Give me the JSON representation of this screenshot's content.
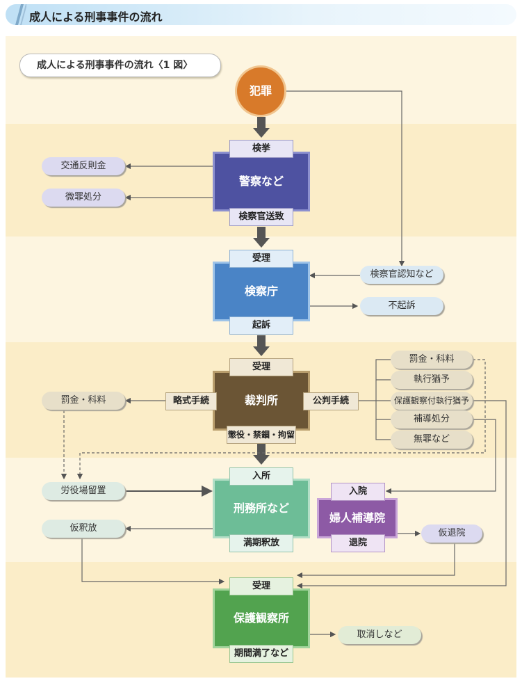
{
  "header": {
    "title": "成人による刑事事件の流れ"
  },
  "figure": {
    "title": "成人による刑事事件の流れ〈1 図〉"
  },
  "nodes": {
    "crime": "犯罪",
    "police": {
      "top": "検挙",
      "main": "警察など",
      "bottom": "検察官送致"
    },
    "prosecutors": {
      "top": "受理",
      "main": "検察庁",
      "bottom": "起訴"
    },
    "court": {
      "top": "受理",
      "main": "裁判所",
      "left": "略式手続",
      "right": "公判手続",
      "bottom": "懲役・禁錮・拘留"
    },
    "prison": {
      "top": "入所",
      "main": "刑務所など",
      "bottom": "満期釈放"
    },
    "womens": {
      "top": "入院",
      "main": "婦人補導院",
      "bottom": "退院"
    },
    "probation": {
      "top": "受理",
      "main": "保護観察所",
      "bottom": "期間満了など"
    }
  },
  "outcomes": {
    "traffic_fine": "交通反則金",
    "minor_disposal": "微罪処分",
    "prosecutor_cognizance": "検察官認知など",
    "non_prosecution": "不起訴",
    "fine_left": "罰金・科料",
    "fine_right": "罰金・科料",
    "suspended": "執行猶予",
    "probation_suspended": "保護観察付執行猶予",
    "guidance": "補導処分",
    "not_guilty": "無罪など",
    "workhouse": "労役場留置",
    "parole": "仮釈放",
    "provisional_release": "仮退院",
    "revocation": "取消しなど"
  },
  "colors": {
    "crime": "#d87a2a",
    "police": "#4e52a1",
    "prosecutors": "#4a84c6",
    "court": "#6b5535",
    "prison": "#6dbd97",
    "womens": "#8d5aa5",
    "probation": "#52a34f",
    "arrow": "#555555"
  }
}
